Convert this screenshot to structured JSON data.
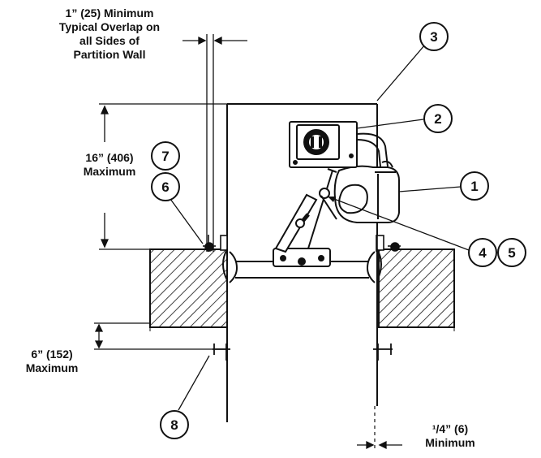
{
  "annotations": {
    "overlap": [
      "1” (25) Minimum",
      "Typical Overlap on",
      "all Sides of",
      "Partition Wall"
    ],
    "height_max_a": "16” (406)",
    "height_max_b": "Maximum",
    "lower_max_a": "6” (152)",
    "lower_max_b": "Maximum",
    "gap_min_a": "¹/4” (6)",
    "gap_min_b": "Minimum"
  },
  "callouts": [
    "1",
    "2",
    "3",
    "4",
    "5",
    "6",
    "7",
    "8"
  ],
  "colors": {
    "ink": "#111111",
    "background": "#ffffff"
  }
}
